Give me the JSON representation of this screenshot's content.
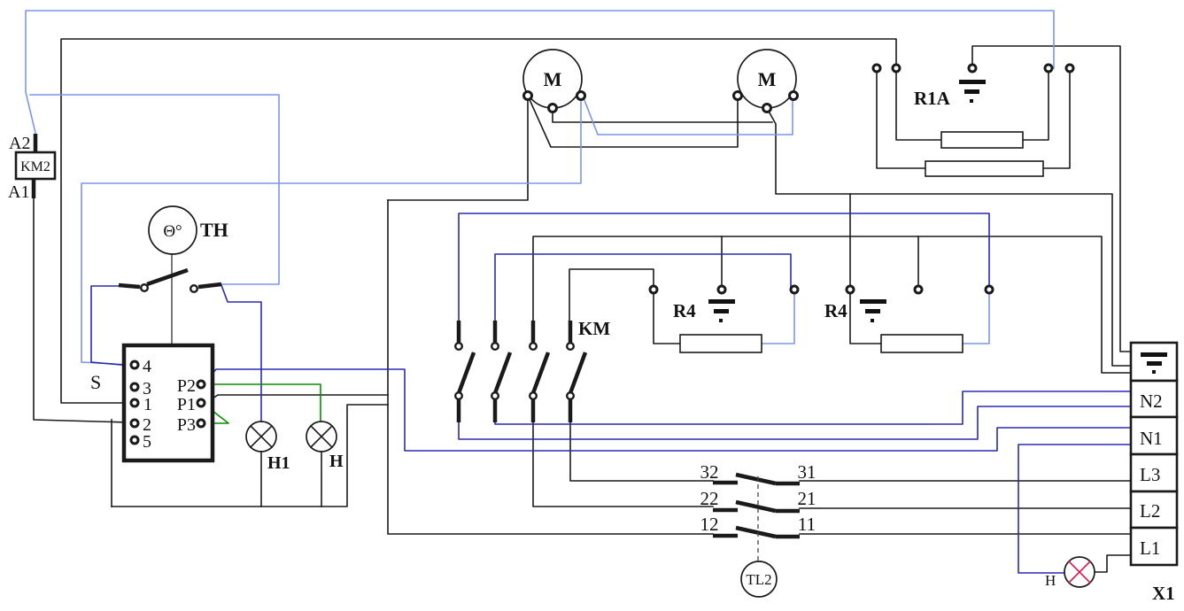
{
  "colors": {
    "wire": "#1a1a1a",
    "blue_dark": "#2a2ab5",
    "blue_light": "#7b96ea",
    "green": "#089000",
    "red": "#dd1647"
  },
  "km2_contactor": {
    "top_terminal": "A2",
    "name": "KM2",
    "bottom_terminal": "A1"
  },
  "thermostat": {
    "name": "TH",
    "symbol": "Θ°"
  },
  "selector": {
    "name": "S",
    "left_terminals": [
      "4",
      "3",
      "1",
      "2",
      "5"
    ],
    "right_terminals": [
      "P2",
      "P1",
      "P3"
    ]
  },
  "lamps": {
    "h1": "H1",
    "h": "H"
  },
  "motors": {
    "m1": "M",
    "m2": "M"
  },
  "relays": {
    "r1a": "R1A",
    "r4_left": "R4",
    "r4_right": "R4"
  },
  "contactor": {
    "name": "KM"
  },
  "timer": {
    "name": "TL2",
    "contacts": [
      [
        "32",
        "31"
      ],
      [
        "22",
        "21"
      ],
      [
        "12",
        "11"
      ]
    ]
  },
  "terminal_block": {
    "name": "X1",
    "terminals": [
      "N2",
      "N1",
      "L3",
      "L2",
      "L1"
    ],
    "lamp": "H"
  }
}
